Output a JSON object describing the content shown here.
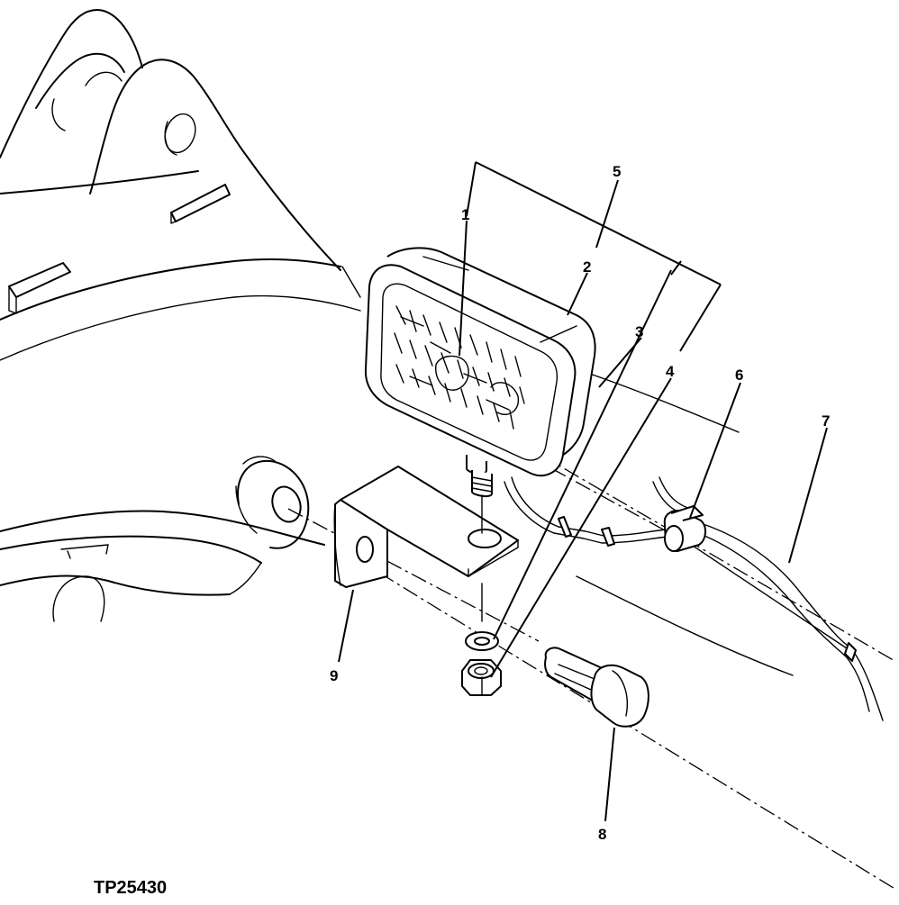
{
  "figure_id": "TP25430",
  "callouts": [
    {
      "id": "1",
      "label": "1"
    },
    {
      "id": "2",
      "label": "2"
    },
    {
      "id": "3",
      "label": "3"
    },
    {
      "id": "4",
      "label": "4"
    },
    {
      "id": "5",
      "label": "5"
    },
    {
      "id": "6",
      "label": "6"
    },
    {
      "id": "7",
      "label": "7"
    },
    {
      "id": "8",
      "label": "8"
    },
    {
      "id": "9",
      "label": "9"
    }
  ]
}
